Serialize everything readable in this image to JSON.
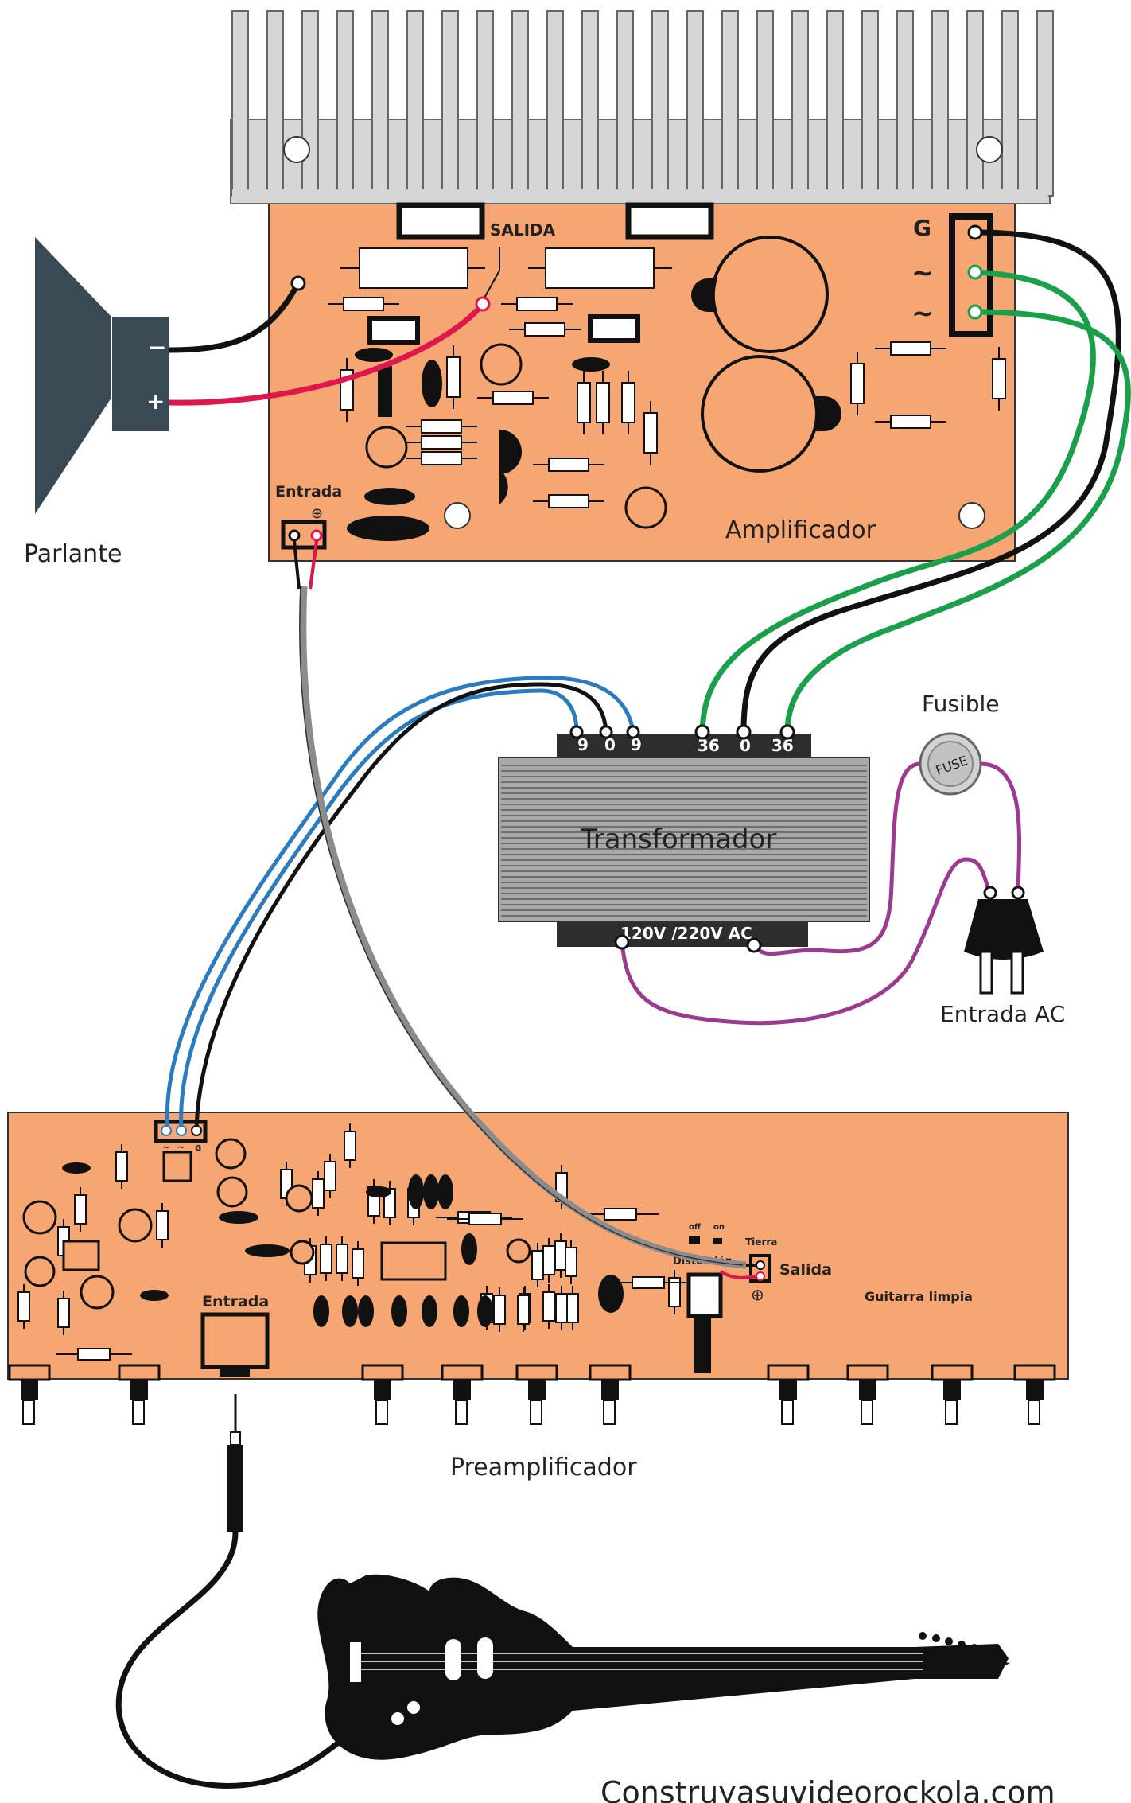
{
  "labels": {
    "speaker": "Parlante",
    "amplifier": "Amplificador",
    "amp_output": "SALIDA",
    "amp_input": "Entrada",
    "amp_g": "G",
    "amp_tilde1": "~",
    "amp_tilde2": "~",
    "amp_minus": "−",
    "amp_plus": "+",
    "transformer": "Transformador",
    "fuse_label": "Fusible",
    "fuse_text": "FUSE",
    "ac_input": "Entrada AC",
    "preamp": "Preamplificador",
    "preamp_input": "Entrada",
    "preamp_output": "Salida",
    "ground": "Tierra",
    "distortion": "Distorción",
    "off": "off",
    "on": "on",
    "clean_guitar": "Guitarra limpia",
    "preamp_pin_tilde1": "~",
    "preamp_pin_tilde2": "~",
    "preamp_pin_g": "G",
    "polarity": "⊕",
    "watermark": "Construyasuvideorockola.com"
  },
  "transformer_taps": {
    "secondary_low": [
      "9",
      "0",
      "9"
    ],
    "secondary_high": [
      "36",
      "0",
      "36"
    ],
    "primary": "120V /220V AC"
  },
  "colors": {
    "pcb": "#f5a673",
    "heatsink": "#d6d6d6",
    "transformer": "#a9a9a9",
    "wire_green": "#1aa04a",
    "wire_blue": "#2a7bbf",
    "wire_red": "#e0174c",
    "wire_purple": "#9b3a8f",
    "wire_gray": "#8c8c8c",
    "speaker": "#3a4a54",
    "dark": "#1a1a1a"
  }
}
